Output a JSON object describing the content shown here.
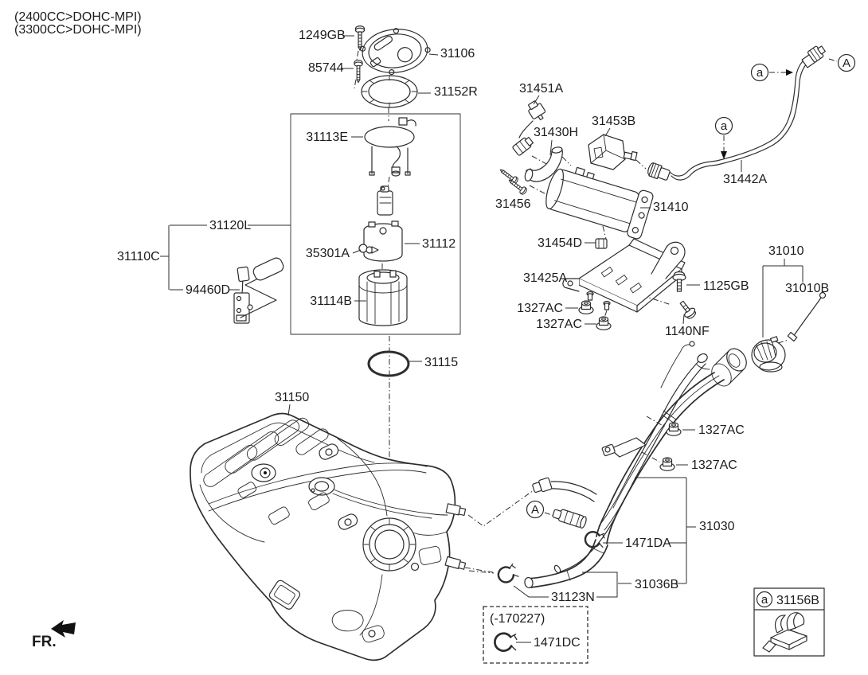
{
  "title": {
    "line1": "(2400CC>DOHC-MPI)",
    "line2": "(3300CC>DOHC-MPI)"
  },
  "parts": {
    "p1249gb": "1249GB",
    "p31106": "31106",
    "p85744": "85744",
    "p31152r": "31152R",
    "p31113e": "31113E",
    "p31120l": "31120L",
    "p31110c": "31110C",
    "p94460d": "94460D",
    "p35301a": "35301A",
    "p31112": "31112",
    "p31114b": "31114B",
    "p31115": "31115",
    "p31150": "31150",
    "p31451a": "31451A",
    "p31430h": "31430H",
    "p31453b": "31453B",
    "p31456": "31456",
    "p31410": "31410",
    "p31442a": "31442A",
    "p31454d": "31454D",
    "p31425a": "31425A",
    "p1125gb": "1125GB",
    "p1327ac_1": "1327AC",
    "p1327ac_2": "1327AC",
    "p1140nf": "1140NF",
    "p31010": "31010",
    "p31010b": "31010B",
    "p1327ac_3": "1327AC",
    "p1327ac_4": "1327AC",
    "p31030": "31030",
    "p1471da": "1471DA",
    "p31036b": "31036B",
    "p31123n": "31123N",
    "p1471dc": "1471DC",
    "p31156b": "31156B"
  },
  "callouts": {
    "a": "a",
    "A": "A"
  },
  "notes": {
    "production_date": "(-170227)",
    "front": "FR."
  },
  "colors": {
    "line": "#2d2d2d",
    "background": "#ffffff"
  }
}
